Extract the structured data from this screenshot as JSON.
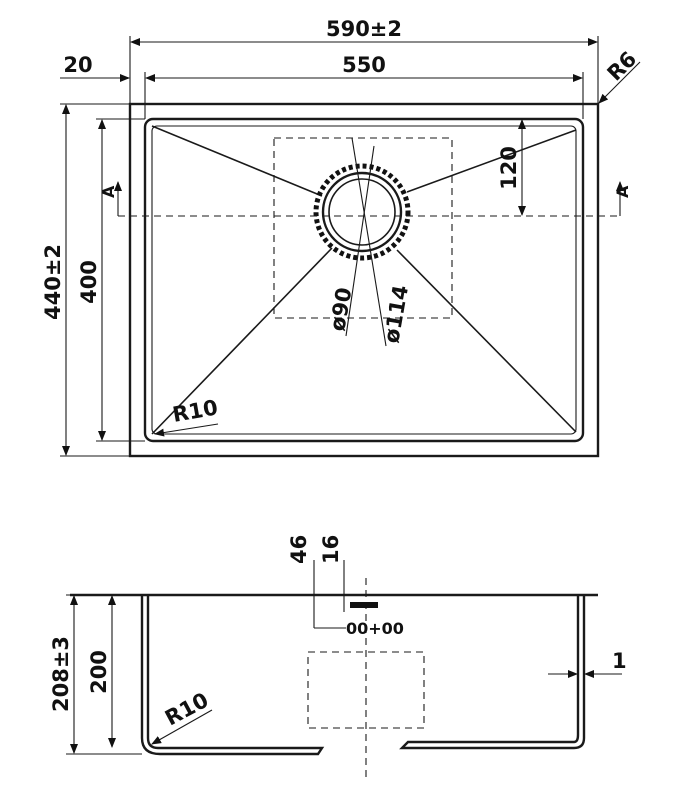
{
  "top_view": {
    "overall_width": "590±2",
    "inner_width": "550",
    "flange_offset": "20",
    "corner_outer_radius": "R6",
    "overall_depth": "440±2",
    "inner_depth": "400",
    "drain_offset": "120",
    "drain_diameter_inner": "ø90",
    "drain_diameter_outer": "ø114",
    "corner_inner_radius": "R10",
    "section_marker": "A"
  },
  "side_view": {
    "overall_height": "208±3",
    "bowl_height": "200",
    "offset_46": "46",
    "offset_16": "16",
    "wall_thickness": "1",
    "bottom_radius": "R10",
    "fitting_label": "00+00"
  }
}
